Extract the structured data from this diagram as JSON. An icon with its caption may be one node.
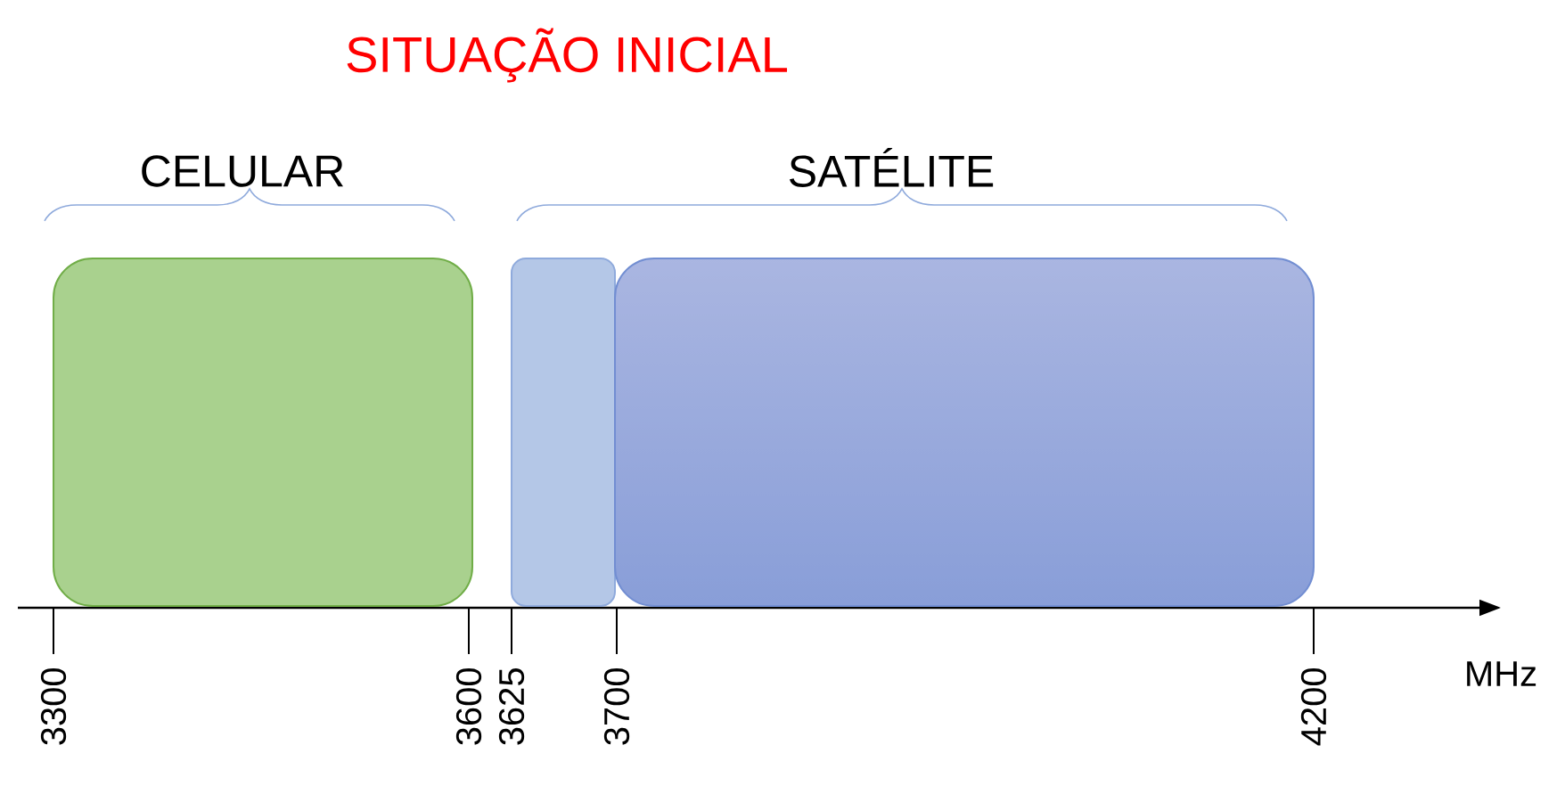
{
  "diagram": {
    "title": "SITUAÇÃO INICIAL",
    "nodes": [
      {
        "text": [],
        "shape": "box"
      },
      {
        "text": [],
        "shape": "box"
      },
      {
        "text": [],
        "shape": "box"
      }
    ],
    "labels": [
      "CELULAR",
      "SATÉLITE",
      "3300",
      "3600",
      "3625",
      "3700",
      "4200",
      "MHz"
    ]
  }
}
